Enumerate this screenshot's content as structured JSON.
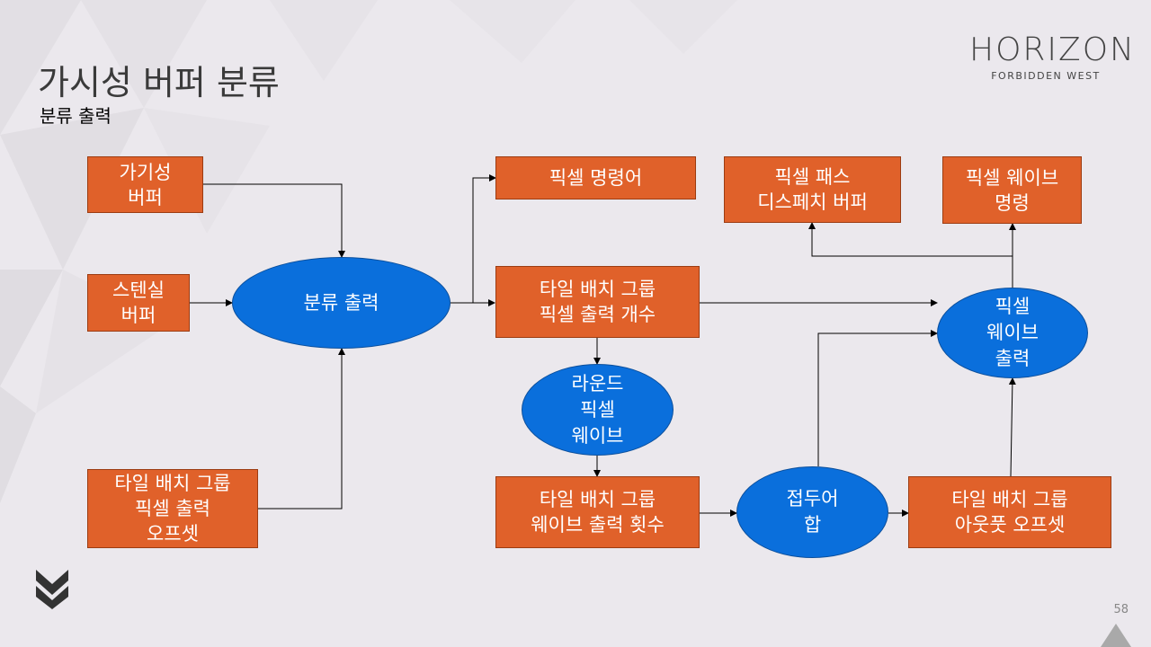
{
  "header": {
    "title": "가시성 버퍼 분류",
    "subtitle": "분류 출력"
  },
  "logo": {
    "title": "HORIZON",
    "subtitle": "FORBIDDEN WEST"
  },
  "page_number": "58",
  "colors": {
    "box_fill": "#e0612a",
    "ellipse_fill": "#0a6fdc",
    "background": "#ebe8ed"
  },
  "nodes": {
    "visibility_buffer": "가기성\n버퍼",
    "stencil_buffer": "스텐실\n버퍼",
    "tile_pixel_output_offset": "타일 배치 그룹\n픽셀 출력\n오프셋",
    "classify_output": "분류 출력",
    "pixel_command": "픽셀 명령어",
    "tile_pixel_output_count": "타일 배치 그룹\n픽셀 출력 개수",
    "round_pixel_wave": "라운드\n픽셀\n웨이브",
    "tile_wave_output_count": "타일 배치 그룹\n웨이브 출력 횟수",
    "prefix_sum": "접두어\n합",
    "tile_output_offset": "타일 배치 그룹\n아웃풋 오프셋",
    "pixel_pass_dispatch_buffer": "픽셀 패스\n디스페치 버퍼",
    "pixel_wave_command": "픽셀 웨이브\n명령",
    "pixel_wave_output": "픽셀\n웨이브\n출력"
  }
}
